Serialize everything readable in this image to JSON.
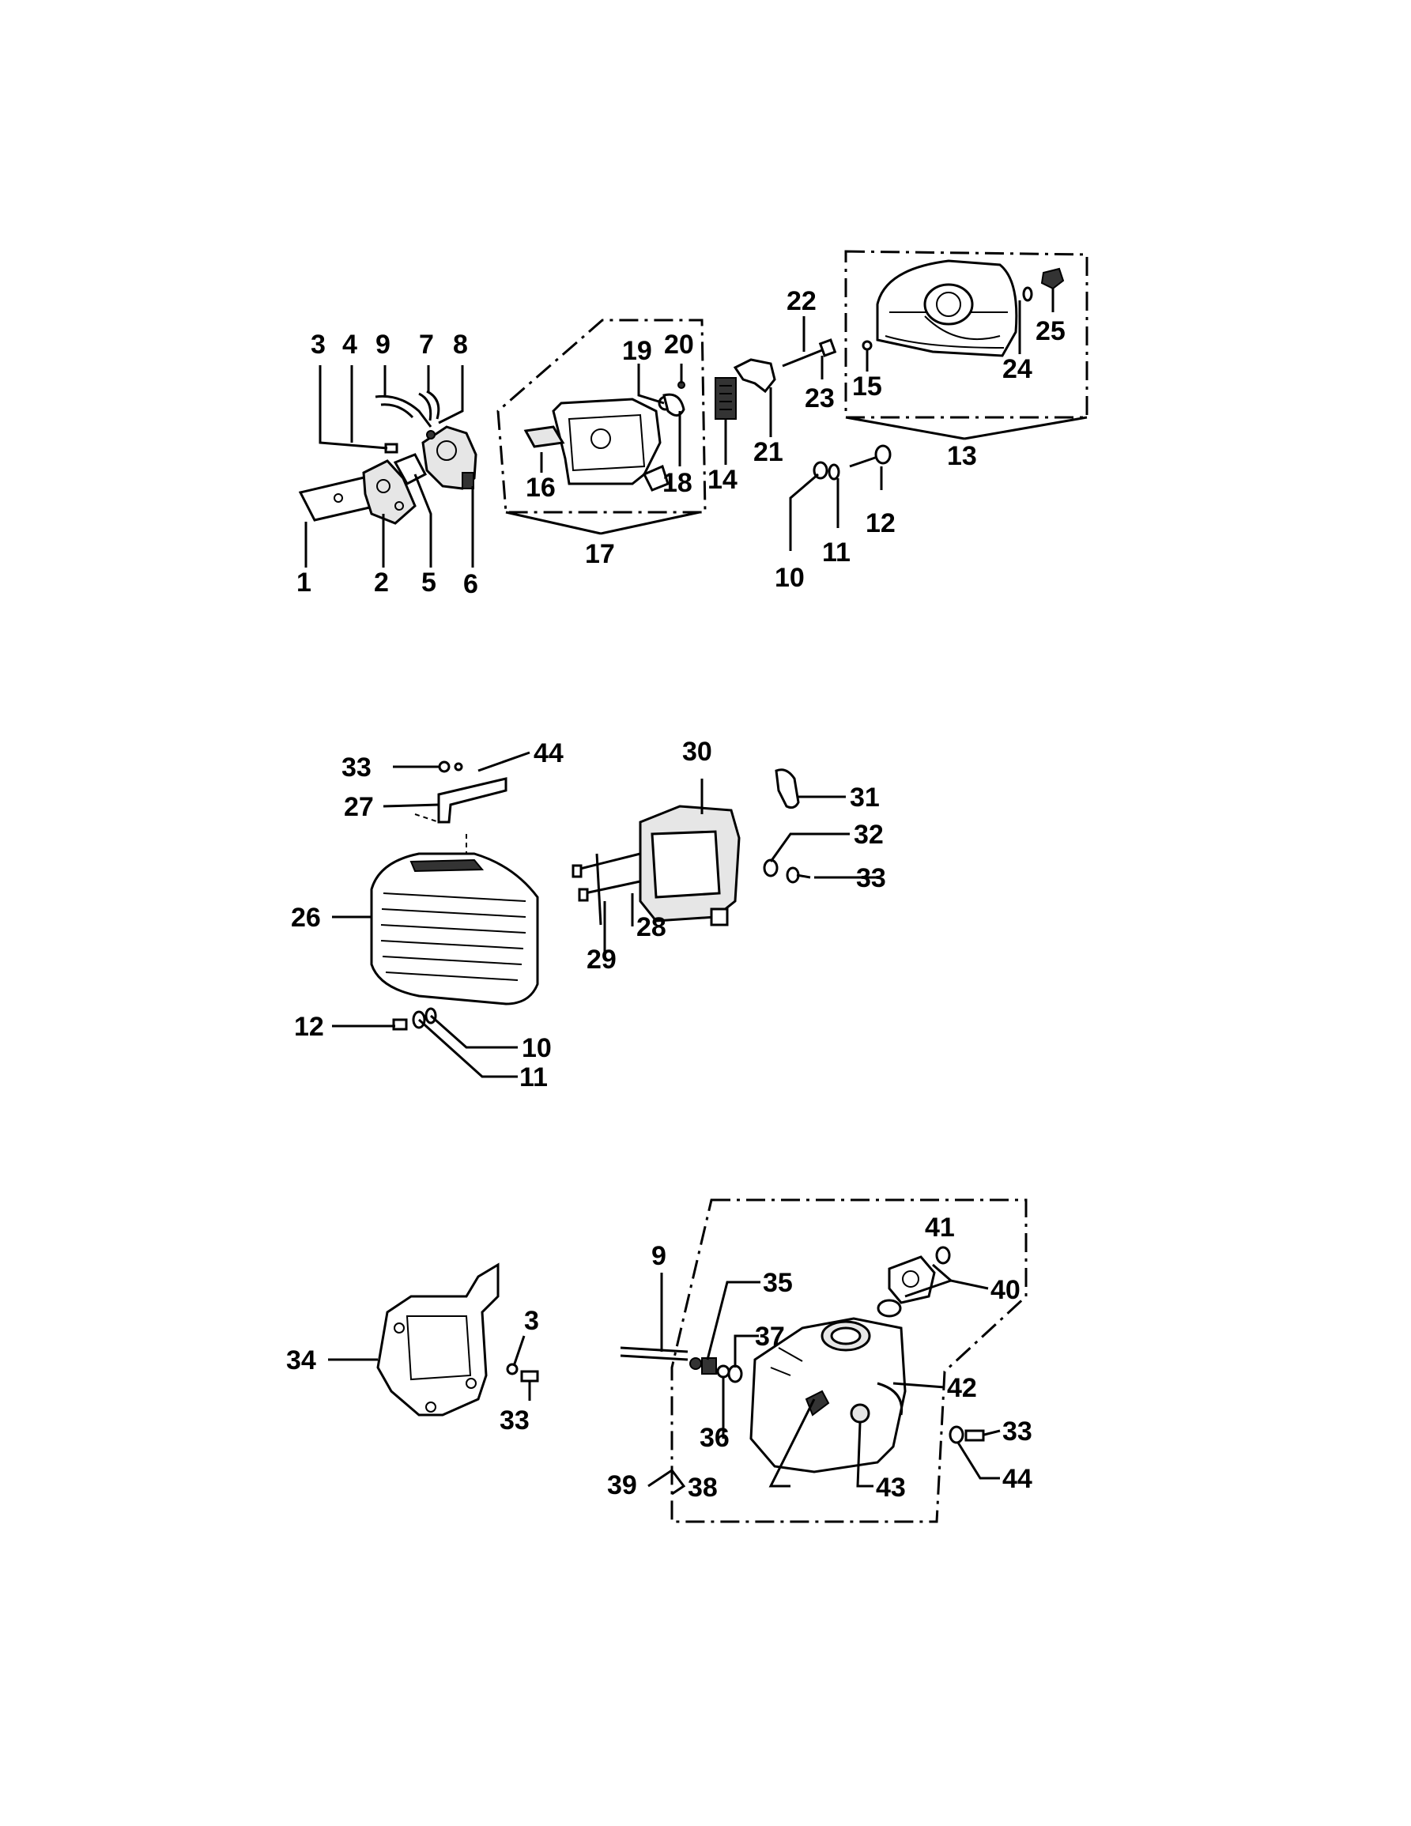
{
  "labels": {
    "p1": "1",
    "p2": "2",
    "p3a": "3",
    "p4": "4",
    "p5": "5",
    "p6": "6",
    "p7": "7",
    "p8": "8",
    "p9a": "9",
    "p10a": "10",
    "p11a": "11",
    "p12a": "12",
    "p13": "13",
    "p14": "14",
    "p15": "15",
    "p16": "16",
    "p17": "17",
    "p18": "18",
    "p19": "19",
    "p20": "20",
    "p21": "21",
    "p22": "22",
    "p23": "23",
    "p24": "24",
    "p25": "25",
    "p33a": "33",
    "p44a": "44",
    "p27": "27",
    "p26": "26",
    "p30": "30",
    "p31": "31",
    "p32": "32",
    "p33b": "33",
    "p28": "28",
    "p29": "29",
    "p12b": "12",
    "p10b": "10",
    "p11b": "11",
    "p34": "34",
    "p3b": "3",
    "p33c": "33",
    "p9b": "9",
    "p35": "35",
    "p37": "37",
    "p36": "36",
    "p39": "39",
    "p38": "38",
    "p41": "41",
    "p40": "40",
    "p42": "42",
    "p43": "43",
    "p33d": "33",
    "p44b": "44"
  }
}
